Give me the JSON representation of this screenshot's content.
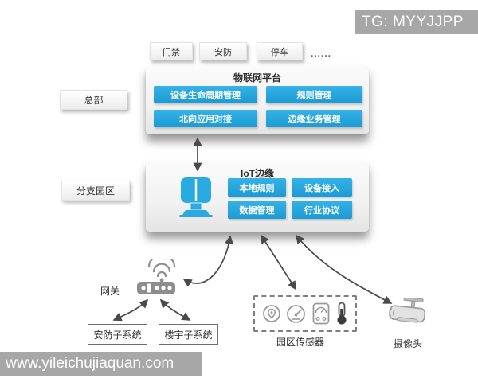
{
  "watermarks": {
    "top_right": "TG: MYYJJPP",
    "bottom_left": "www.yileichujiaquan.com"
  },
  "top_apps": {
    "items": [
      "门禁",
      "安防",
      "停车"
    ],
    "more": "......"
  },
  "left_labels": {
    "hq": "总部",
    "branch": "分支园区"
  },
  "platform": {
    "title": "物联网平台",
    "modules": [
      "设备生命周期管理",
      "规则管理",
      "北向应用对接",
      "边缘业务管理"
    ]
  },
  "edge": {
    "title": "IoT边缘",
    "modules": [
      "本地规则",
      "设备接入",
      "数据管理",
      "行业协议"
    ],
    "device_icon": "edge-device-icon"
  },
  "gateway": {
    "label": "网关",
    "icons": [
      "wifi-icon",
      "router-icon"
    ]
  },
  "subsystems": {
    "security": "安防子系统",
    "building": "楼宇子系统"
  },
  "sensors": {
    "label": "园区传感器",
    "icons": [
      "location-sensor-icon",
      "gauge-sensor-icon",
      "meter-sensor-icon",
      "thermometer-sensor-icon"
    ]
  },
  "camera": {
    "label": "摄像头",
    "icon": "cctv-camera-icon"
  },
  "colors": {
    "accent_blue": "#29ABE2",
    "watermark_gray": "#A7A7A7",
    "arrow_gray": "#4A4A4A",
    "icon_gray": "#9A9A9A"
  }
}
